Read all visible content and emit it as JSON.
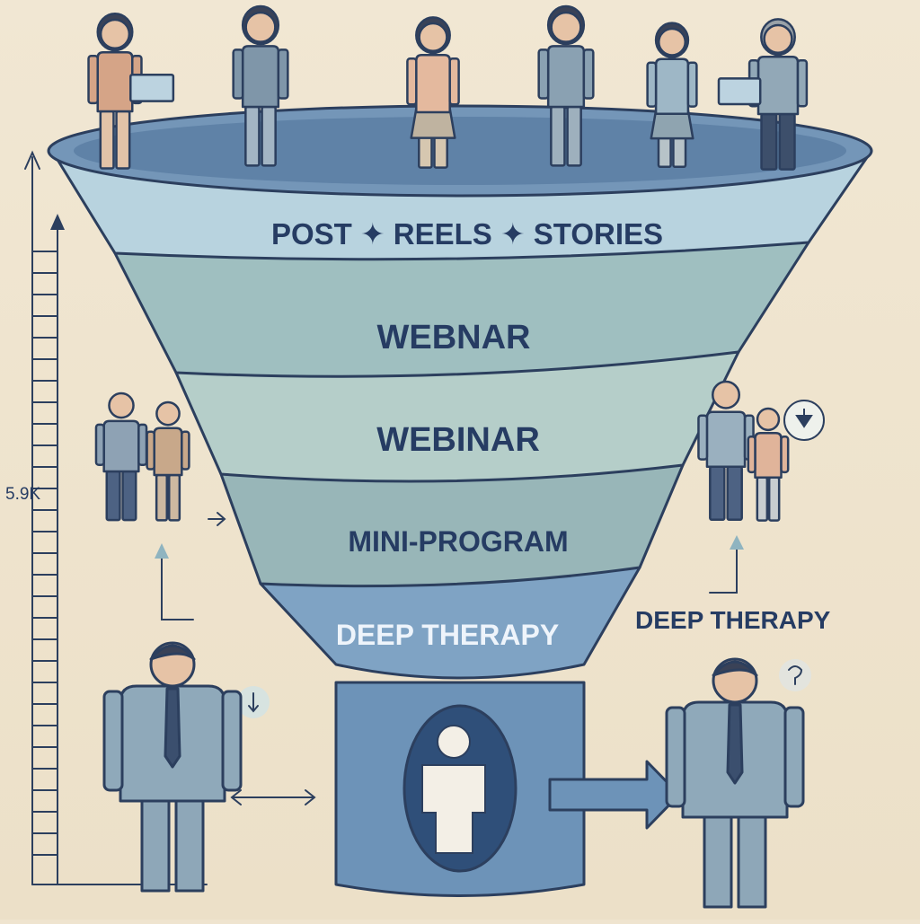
{
  "colors": {
    "background": "#efe4cf",
    "tier_1": "#b8d3df",
    "tier_2": "#9fbfc0",
    "tier_3": "#b5cec9",
    "tier_4": "#98b6b8",
    "tier_5": "#7fa3c4",
    "stem": "#6d93b8",
    "outline": "#2c3f5e",
    "text": "#263c63"
  },
  "funnel": {
    "tiers": [
      {
        "label": "POST ✦ REELS ✦ STORIES"
      },
      {
        "label": "WEBNAR"
      },
      {
        "label": "WEBINAR"
      },
      {
        "label": "MINI-PROGRAM"
      },
      {
        "label": "DEEP THERAPY"
      }
    ]
  },
  "side_label": "DEEP THERAPY",
  "scale_label": "5.9K",
  "icons": {
    "client": "person-icon",
    "arrow": "arrow-right-icon",
    "down": "arrow-down-icon"
  }
}
